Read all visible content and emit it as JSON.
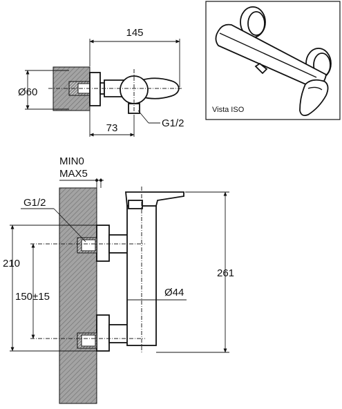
{
  "top_view": {
    "dim_width": "145",
    "dim_diameter": "Ø60",
    "dim_offset": "73",
    "thread_label": "G1/2"
  },
  "iso_view": {
    "caption": "Vista ISO"
  },
  "side_view": {
    "min_label": "MIN0",
    "max_label": "MAX5",
    "thread_label": "G1/2",
    "dim_height_outer": "210",
    "dim_centers": "150±15",
    "dim_pipe_diameter": "Ø44",
    "dim_total_height": "261"
  },
  "colors": {
    "line": "#111111",
    "wall_fill": "#9a9a9a"
  }
}
